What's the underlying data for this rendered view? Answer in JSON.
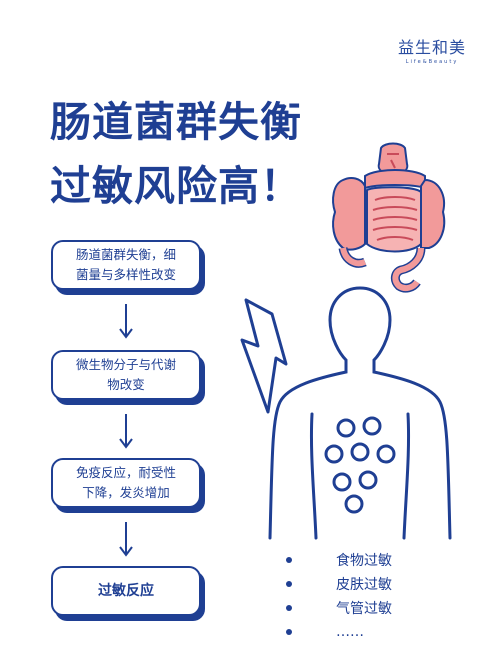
{
  "brand": {
    "name": "益生和美",
    "subtitle": "Life&Beauty"
  },
  "title": {
    "line1": "肠道菌群失衡",
    "line2": "过敏风险高！"
  },
  "flow": [
    {
      "line1": "肠道菌群失衡，细",
      "line2": "菌量与多样性改变"
    },
    {
      "line1": "微生物分子与代谢",
      "line2": "物改变"
    },
    {
      "line1": "免疫反应，耐受性",
      "line2": "下降，发炎增加"
    },
    {
      "line1": "过敏反应",
      "line2": ""
    }
  ],
  "allergies": [
    "食物过敏",
    "皮肤过敏",
    "气管过敏",
    "……"
  ],
  "colors": {
    "primary": "#1f3f93",
    "intestine": "#f29a9a",
    "intestine_outline": "#c94b5a"
  },
  "icons": [
    "intestine-icon",
    "lightning-icon",
    "human-body-icon"
  ]
}
